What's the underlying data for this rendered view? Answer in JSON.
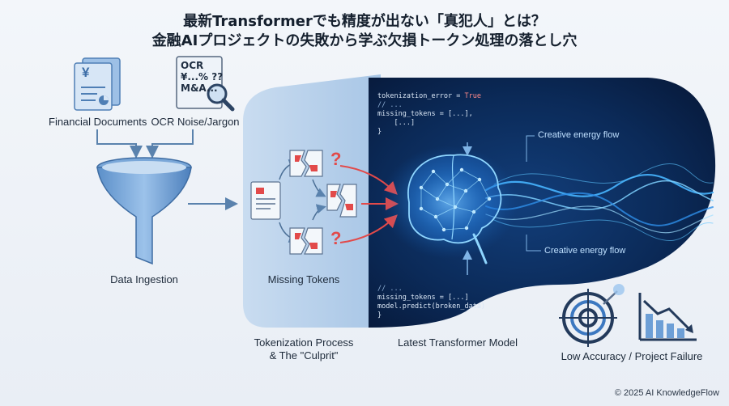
{
  "title": {
    "line1": "最新Transformerでも精度が出ない「真犯人」とは？",
    "line2": "金融AIプロジェクトの失敗から学ぶ欠損トークン処理の落とし穴"
  },
  "inputs": {
    "financial_documents": "Financial Documents",
    "ocr_noise": "OCR Noise/Jargon",
    "ocr_doc_text": [
      "OCR",
      "¥...% ??",
      "M&A..."
    ],
    "yen_symbol": "¥"
  },
  "stages": {
    "data_ingestion": "Data Ingestion",
    "missing_tokens": "Missing Tokens",
    "tokenization_process": [
      "Tokenization Process",
      "& The \"Culprit\""
    ],
    "latest_transformer": "Latest Transformer Model",
    "low_accuracy": "Low Accuracy / Project Failure"
  },
  "question_mark": "?",
  "code_top": {
    "line1_key": "tokenization_error = ",
    "line1_val": "True",
    "line2": "// ...",
    "line3": "missing_tokens = [...],",
    "line4": "    [...]",
    "line5": "}"
  },
  "code_bottom": {
    "line1": "// ...",
    "line2": "missing_tokens = [...]",
    "line3": "model.predict(broken_data)",
    "line4": "}"
  },
  "flow_labels": {
    "upper": "Creative energy flow",
    "lower": "Creative energy flow"
  },
  "copyright": "© 2025 AI KnowledgeFlow",
  "colors": {
    "accent_blue": "#2f7fd6",
    "error_red": "#e24a4a",
    "panel_dark": "#0b2650",
    "panel_light": "#b9d3ee"
  }
}
